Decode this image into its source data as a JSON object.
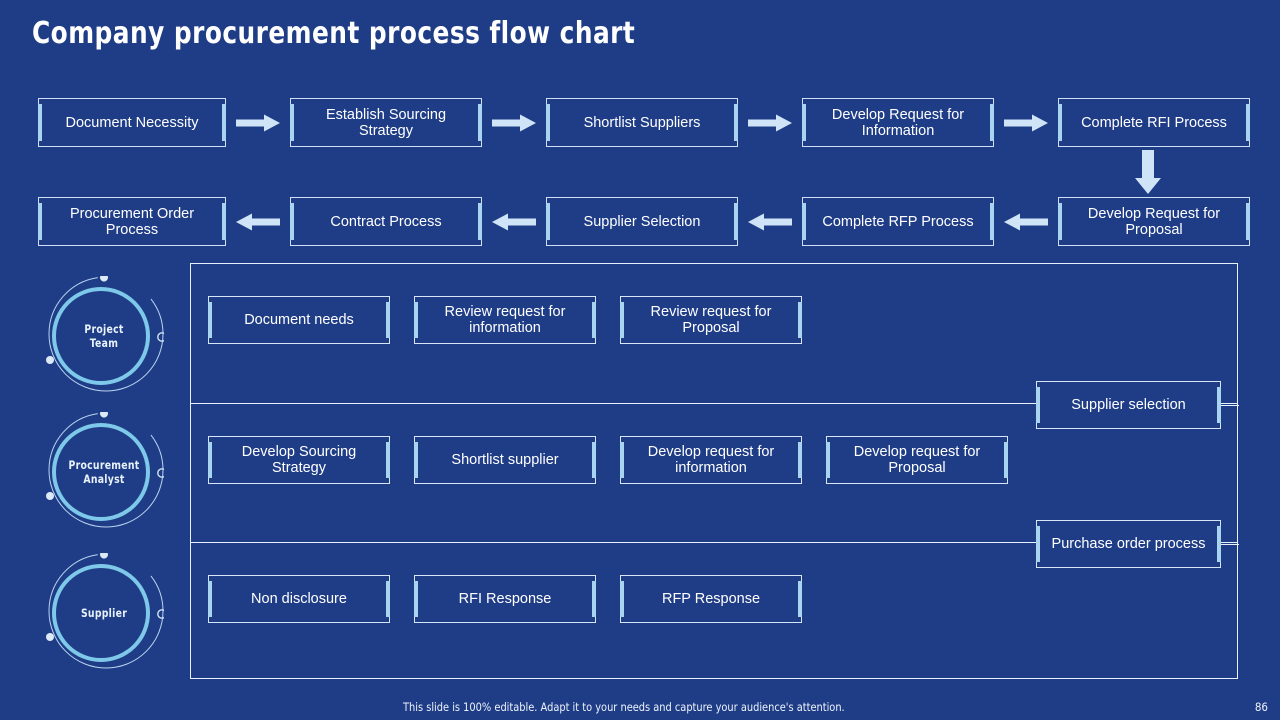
{
  "slide": {
    "title": "Company procurement process flow chart",
    "background_color": "#1f3d87",
    "accent_color": "#a9d4f0",
    "border_color": "#d7e6f7"
  },
  "flow": {
    "row1": [
      {
        "label": "Document Necessity"
      },
      {
        "label": "Establish Sourcing Strategy"
      },
      {
        "label": "Shortlist Suppliers"
      },
      {
        "label": "Develop Request for Information"
      },
      {
        "label": "Complete RFI Process"
      }
    ],
    "row2": [
      {
        "label": "Procurement Order Process"
      },
      {
        "label": "Contract Process"
      },
      {
        "label": "Supplier Selection"
      },
      {
        "label": "Complete RFP Process"
      },
      {
        "label": "Develop Request for Proposal"
      }
    ],
    "arrow_right_icon": "arrow-right-icon",
    "arrow_left_icon": "arrow-left-icon",
    "arrow_down_icon": "arrow-down-icon"
  },
  "roles": [
    {
      "name": "Project Team",
      "line1": "Project",
      "line2": "Team"
    },
    {
      "name": "Procurement Analyst",
      "line1": "Procurement",
      "line2": "Analyst"
    },
    {
      "name": "Supplier",
      "line1": "Supplier",
      "line2": ""
    }
  ],
  "swimlanes": [
    {
      "role": "Project Team",
      "tasks": [
        {
          "label": "Document needs"
        },
        {
          "label": "Review request for information"
        },
        {
          "label": "Review request for Proposal"
        }
      ],
      "span_task": {
        "label": "Supplier selection"
      }
    },
    {
      "role": "Procurement Analyst",
      "tasks": [
        {
          "label": "Develop Sourcing Strategy"
        },
        {
          "label": "Shortlist supplier"
        },
        {
          "label": "Develop request for information"
        },
        {
          "label": "Develop request for Proposal"
        }
      ],
      "span_task": {
        "label": "Purchase order process"
      }
    },
    {
      "role": "Supplier",
      "tasks": [
        {
          "label": "Non disclosure"
        },
        {
          "label": "RFI Response"
        },
        {
          "label": "RFP Response"
        }
      ],
      "span_task": null
    }
  ],
  "footer": {
    "note": "This slide is 100% editable. Adapt it to your needs and capture your audience's attention.",
    "page_number": "86"
  }
}
